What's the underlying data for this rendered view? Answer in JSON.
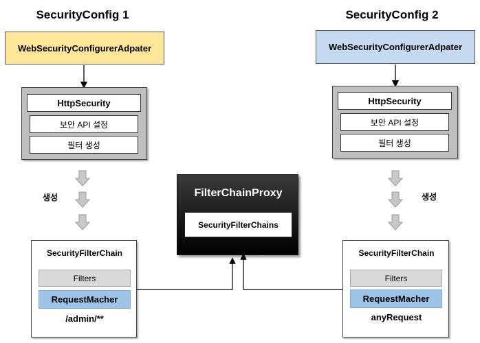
{
  "left": {
    "title": "SecurityConfig 1",
    "adapter": "WebSecurityConfigurerAdpater",
    "http_security": "HttpSecurity",
    "api_setting": "보안 API 설정",
    "filter_create": "필터 생성",
    "generate_label": "생성",
    "chain_title": "SecurityFilterChain",
    "filters": "Filters",
    "request_matcher": "RequestMacher",
    "pattern": "/admin/**",
    "adapter_color": "#ffe699"
  },
  "right": {
    "title": "SecurityConfig 2",
    "adapter": "WebSecurityConfigurerAdpater",
    "http_security": "HttpSecurity",
    "api_setting": "보안 API 설정",
    "filter_create": "필터 생성",
    "generate_label": "생성",
    "chain_title": "SecurityFilterChain",
    "filters": "Filters",
    "request_matcher": "RequestMacher",
    "pattern": "anyRequest",
    "adapter_color": "#c5d9f1"
  },
  "proxy": {
    "title": "FilterChainProxy",
    "chains": "SecurityFilterChains"
  }
}
